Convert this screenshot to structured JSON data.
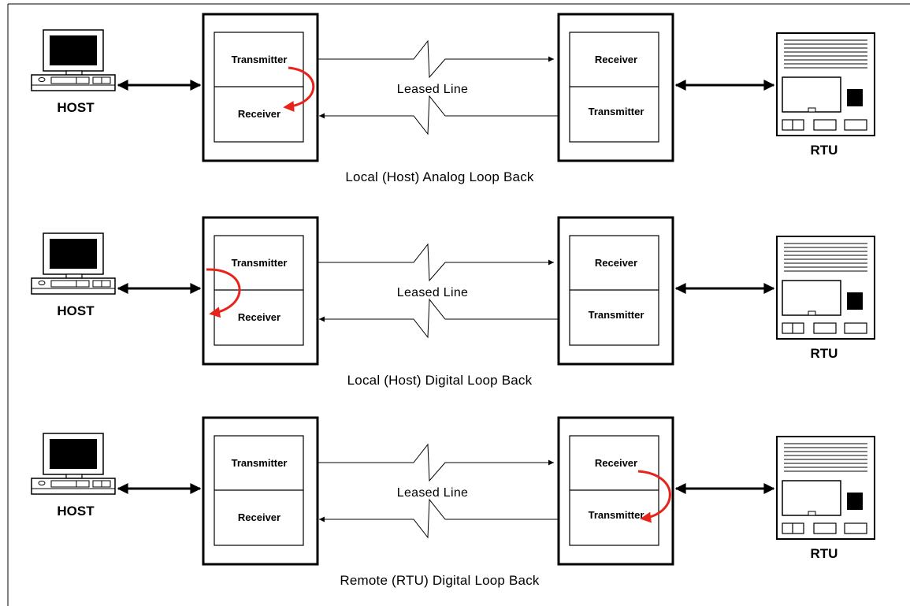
{
  "panels": [
    {
      "caption": "Local (Host) Analog Loop Back",
      "host_label": "HOST",
      "rtu_label": "RTU",
      "line_label": "Leased Line",
      "local_modem": {
        "top": "Transmitter",
        "bottom": "Receiver"
      },
      "remote_modem": {
        "top": "Receiver",
        "bottom": "Transmitter"
      },
      "loopback": "local-analog"
    },
    {
      "caption": "Local (Host) Digital Loop Back",
      "host_label": "HOST",
      "rtu_label": "RTU",
      "line_label": "Leased Line",
      "local_modem": {
        "top": "Transmitter",
        "bottom": "Receiver"
      },
      "remote_modem": {
        "top": "Receiver",
        "bottom": "Transmitter"
      },
      "loopback": "local-digital"
    },
    {
      "caption": "Remote (RTU) Digital Loop Back",
      "host_label": "HOST",
      "rtu_label": "RTU",
      "line_label": "Leased Line",
      "local_modem": {
        "top": "Transmitter",
        "bottom": "Receiver"
      },
      "remote_modem": {
        "top": "Receiver",
        "bottom": "Transmitter"
      },
      "loopback": "remote-digital"
    }
  ],
  "colors": {
    "line": "#000000",
    "loopback_arrow": "#e8231b",
    "screen": "#000000"
  },
  "icons": {
    "host": "computer-icon",
    "rtu": "rtu-device-icon"
  }
}
